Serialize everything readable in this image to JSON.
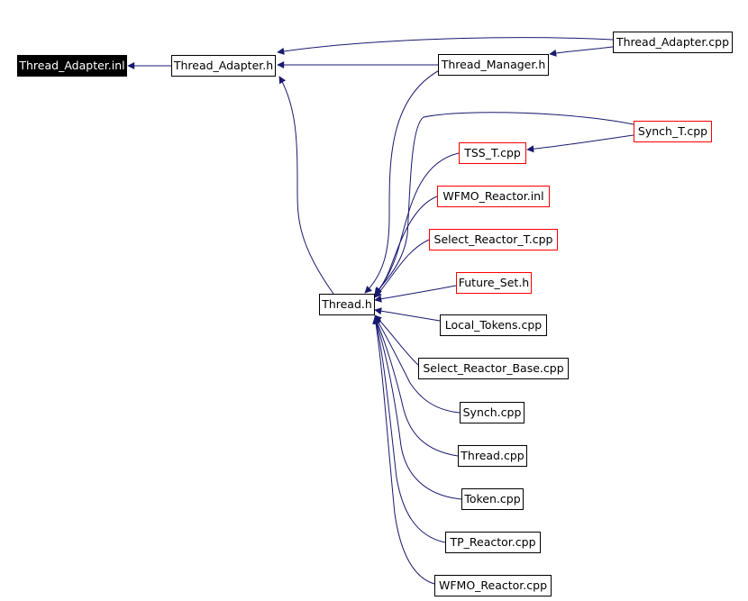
{
  "colors": {
    "edge": "#191970",
    "node_border": "#000000",
    "incomplete_border": "#ff0000",
    "root_fill": "#000000",
    "root_text": "#ffffff"
  },
  "nodes": {
    "thread_adapter_inl": "Thread_Adapter.inl",
    "thread_adapter_h": "Thread_Adapter.h",
    "thread_adapter_cpp": "Thread_Adapter.cpp",
    "thread_manager_h": "Thread_Manager.h",
    "synch_t_cpp": "Synch_T.cpp",
    "tss_t_cpp": "TSS_T.cpp",
    "wfmo_reactor_inl": "WFMO_Reactor.inl",
    "select_reactor_t_cpp": "Select_Reactor_T.cpp",
    "future_set_h": "Future_Set.h",
    "thread_h": "Thread.h",
    "local_tokens_cpp": "Local_Tokens.cpp",
    "select_reactor_base_cpp": "Select_Reactor_Base.cpp",
    "synch_cpp": "Synch.cpp",
    "thread_cpp": "Thread.cpp",
    "token_cpp": "Token.cpp",
    "tp_reactor_cpp": "TP_Reactor.cpp",
    "wfmo_reactor_cpp": "WFMO_Reactor.cpp"
  },
  "edges": [
    [
      "thread_adapter_h",
      "thread_adapter_inl"
    ],
    [
      "thread_adapter_cpp",
      "thread_adapter_h"
    ],
    [
      "thread_adapter_cpp",
      "thread_manager_h"
    ],
    [
      "thread_manager_h",
      "thread_adapter_h"
    ],
    [
      "thread_h",
      "thread_adapter_h"
    ],
    [
      "thread_manager_h",
      "thread_h"
    ],
    [
      "synch_t_cpp",
      "tss_t_cpp"
    ],
    [
      "synch_t_cpp",
      "thread_h"
    ],
    [
      "tss_t_cpp",
      "thread_h"
    ],
    [
      "wfmo_reactor_inl",
      "thread_h"
    ],
    [
      "select_reactor_t_cpp",
      "thread_h"
    ],
    [
      "future_set_h",
      "thread_h"
    ],
    [
      "local_tokens_cpp",
      "thread_h"
    ],
    [
      "select_reactor_base_cpp",
      "thread_h"
    ],
    [
      "synch_cpp",
      "thread_h"
    ],
    [
      "thread_cpp",
      "thread_h"
    ],
    [
      "token_cpp",
      "thread_h"
    ],
    [
      "tp_reactor_cpp",
      "thread_h"
    ],
    [
      "wfmo_reactor_cpp",
      "thread_h"
    ]
  ]
}
